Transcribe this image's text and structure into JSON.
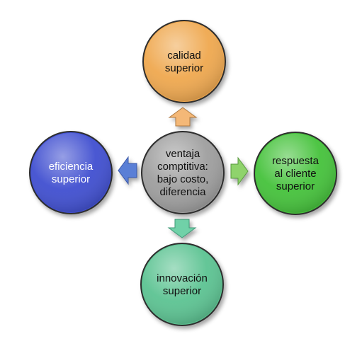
{
  "diagram": {
    "center": {
      "lines": [
        "ventaja",
        "comptitiva:",
        "bajo costo,",
        "diferencia"
      ],
      "color": "#9e9e9e",
      "text_color": "#111111"
    },
    "nodes": [
      {
        "id": "top",
        "lines": [
          "calidad",
          "superior"
        ],
        "color": "#efa850",
        "text_color": "#111111",
        "arrow_color": "#f4b877"
      },
      {
        "id": "right",
        "lines": [
          "respuesta",
          "al cliente",
          "superior"
        ],
        "color": "#45c23a",
        "text_color": "#111111",
        "arrow_color": "#8fd36c"
      },
      {
        "id": "bottom",
        "lines": [
          "innovación",
          "superior"
        ],
        "color": "#5cc392",
        "text_color": "#111111",
        "arrow_color": "#6fd1a8"
      },
      {
        "id": "left",
        "lines": [
          "eficiencia",
          "superior"
        ],
        "color": "#3f4fd0",
        "text_color": "#ffffff",
        "arrow_color": "#5a7fd6"
      }
    ]
  }
}
